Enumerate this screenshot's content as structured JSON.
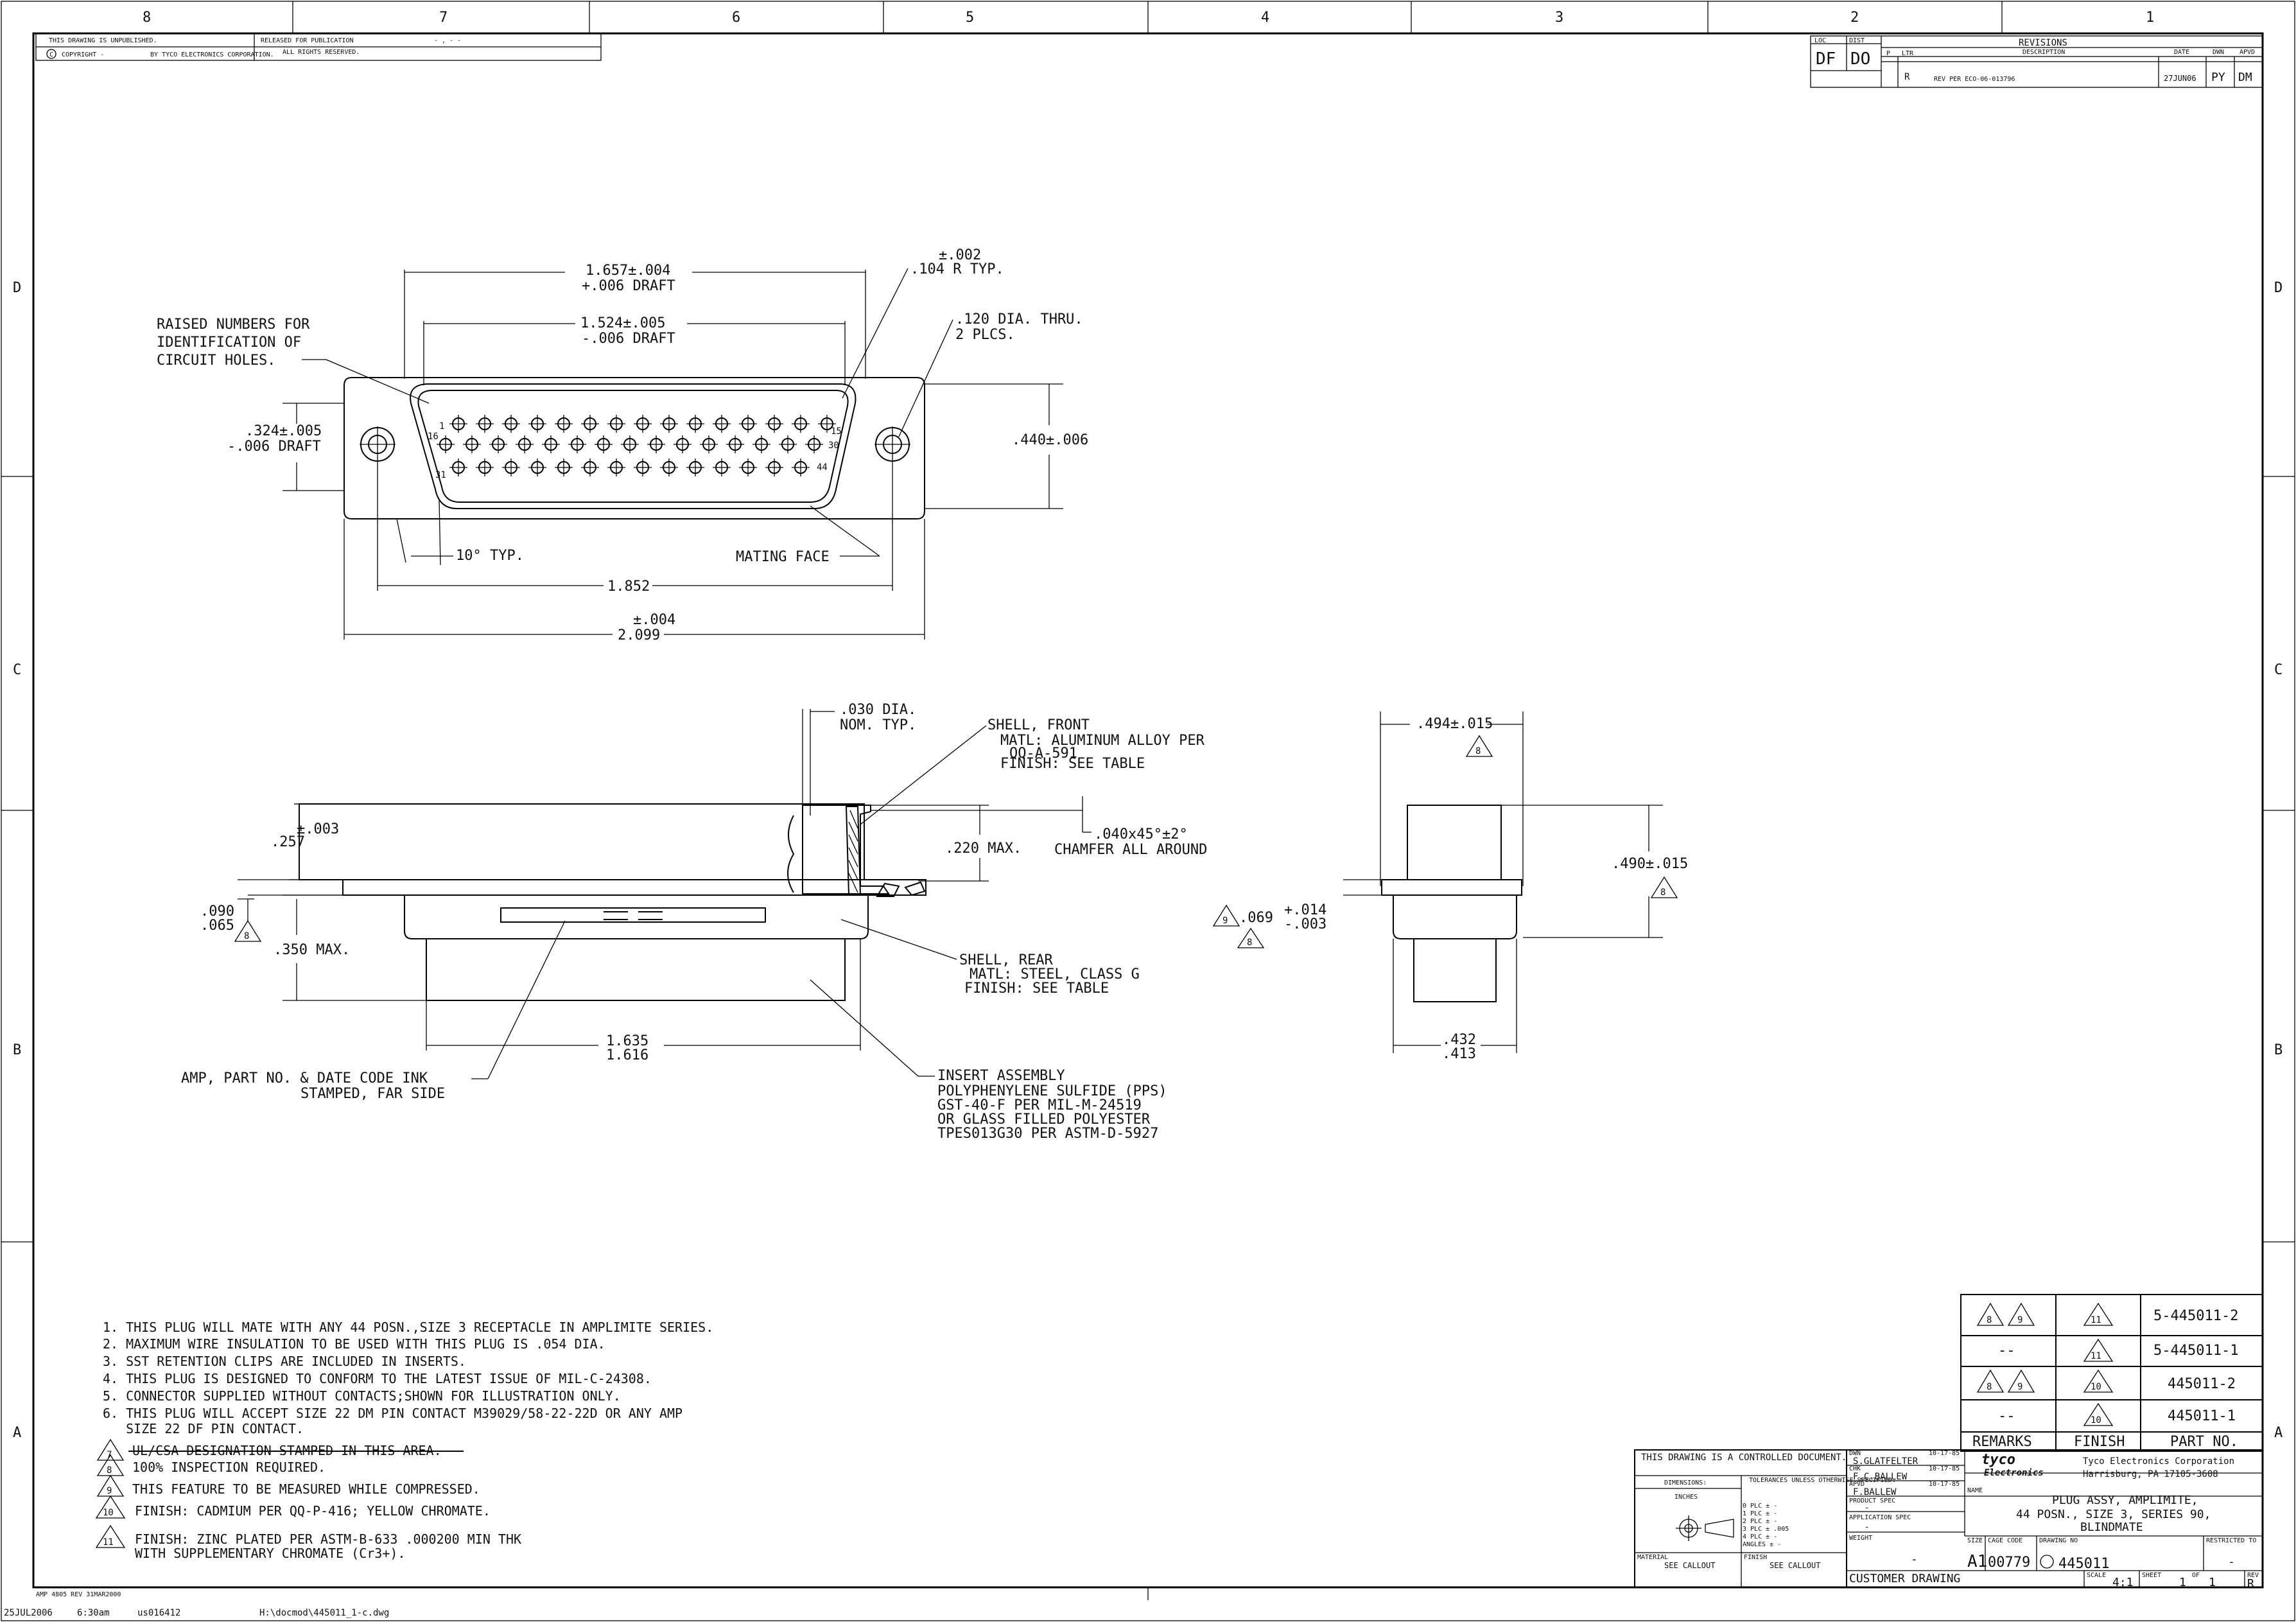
{
  "zone_cols": [
    "8",
    "7",
    "6",
    "5",
    "4",
    "3",
    "2",
    "1"
  ],
  "zone_rows": [
    "D",
    "C",
    "B",
    "A"
  ],
  "header": {
    "unpublished": "THIS DRAWING IS UNPUBLISHED.",
    "released": "RELEASED FOR PUBLICATION",
    "released_val": "- , -   -",
    "copyright": "COPYRIGHT   -",
    "by": "BY TYCO ELECTRONICS CORPORATION.",
    "rights": "ALL RIGHTS RESERVED."
  },
  "revisions": {
    "title": "REVISIONS",
    "loc_label": "LOC",
    "dist_label": "DIST",
    "loc": "DF",
    "dist": "DO",
    "cols": [
      "P",
      "LTR",
      "DESCRIPTION",
      "DATE",
      "DWN",
      "APVD"
    ],
    "row": {
      "ltr": "R",
      "desc": "REV PER ECO-06-013796",
      "date": "27JUN06",
      "dwn": "PY",
      "apvd": "DM"
    }
  },
  "top_view": {
    "dim_1657": "1.657±.004",
    "dim_1657_draft": "+.006 DRAFT",
    "dim_1524": "1.524±.005",
    "dim_1524_draft": "-.006 DRAFT",
    "dim_r_tol": "±.002",
    "dim_r": ".104  R  TYP.",
    "dim_hole": ".120  DIA.  THRU.",
    "dim_hole2": "2  PLCS.",
    "raised_1": "RAISED  NUMBERS  FOR",
    "raised_2": "IDENTIFICATION  OF",
    "raised_3": "CIRCUIT  HOLES.",
    "dim_324": ".324±.005",
    "dim_324_draft": "-.006  DRAFT",
    "dim_440": ".440±.006",
    "angle": "10°  TYP.",
    "mating": "MATING  FACE",
    "dim_1852": "1.852",
    "dim_2099_tol": "±.004",
    "dim_2099": "2.099",
    "pin_labels": [
      "1",
      "15",
      "16",
      "30",
      "31",
      "44"
    ]
  },
  "side_view": {
    "dim_030_1": ".030  DIA.",
    "dim_030_2": "NOM.  TYP.",
    "shell_front_1": "SHELL,  FRONT",
    "shell_front_2": "MATL:  ALUMINUM  ALLOY  PER",
    "shell_front_3": "QQ-A-591",
    "shell_front_4": "FINISH:  SEE  TABLE",
    "dim_257_tol": "±.003",
    "dim_257": ".257",
    "dim_220": ".220  MAX.",
    "chamfer_1": ".040x45°±2°",
    "chamfer_2": "CHAMFER  ALL  AROUND",
    "dim_090": ".090",
    "dim_065": ".065",
    "dim_350": ".350  MAX.",
    "shell_rear_1": "SHELL,  REAR",
    "shell_rear_2": "MATL:  STEEL,  CLASS  G",
    "shell_rear_3": "FINISH:  SEE  TABLE",
    "dim_1635": "1.635",
    "dim_1616": "1.616",
    "amp_1": "AMP,  PART  NO.  &  DATE  CODE  INK",
    "amp_2": "STAMPED,  FAR  SIDE",
    "insert_1": "INSERT  ASSEMBLY",
    "insert_2": "POLYPHENYLENE  SULFIDE  (PPS)",
    "insert_3": "GST-40-F  PER  MIL-M-24519",
    "insert_4": "OR  GLASS  FILLED  POLYESTER",
    "insert_5": "TPES013G30  PER  ASTM-D-5927"
  },
  "end_view": {
    "dim_494": ".494±.015",
    "dim_490": ".490±.015",
    "dim_069": ".069",
    "dim_069_p": "+.014",
    "dim_069_m": "-.003",
    "dim_432": ".432",
    "dim_413": ".413"
  },
  "flags": {
    "f8": "8",
    "f9": "9",
    "f7": "7",
    "f10": "10",
    "f11": "11"
  },
  "notes": [
    "1. THIS PLUG WILL MATE WITH ANY 44 POSN.,SIZE 3 RECEPTACLE IN AMPLIMITE SERIES.",
    "2. MAXIMUM WIRE INSULATION TO BE USED WITH THIS PLUG IS .054 DIA.",
    "3. SST RETENTION CLIPS ARE INCLUDED IN INSERTS.",
    "4. THIS PLUG IS DESIGNED TO CONFORM TO THE LATEST ISSUE OF MIL-C-24308.",
    "5. CONNECTOR SUPPLIED WITHOUT CONTACTS;SHOWN FOR ILLUSTRATION ONLY.",
    "6. THIS PLUG WILL ACCEPT SIZE 22 DM PIN CONTACT M39029/58-22-22D OR ANY AMP",
    "   SIZE 22 DF PIN CONTACT."
  ],
  "note7": "UL/CSA DESIGNATION STAMPED IN THIS AREA.",
  "note8": "100% INSPECTION REQUIRED.",
  "note9": "THIS FEATURE TO BE MEASURED WHILE COMPRESSED.",
  "note10": "FINISH: CADMIUM PER QQ-P-416; YELLOW CHROMATE.",
  "note11a": "FINISH: ZINC PLATED PER ASTM-B-633 .000200 MIN THK",
  "note11b": "WITH SUPPLEMENTARY CHROMATE (Cr3+).",
  "table": {
    "rows": [
      {
        "remarks": "",
        "finish": "",
        "part": "5-445011-2"
      },
      {
        "remarks": "--",
        "finish": "",
        "part": "5-445011-1"
      },
      {
        "remarks": "",
        "finish": "",
        "part": "445011-2"
      },
      {
        "remarks": "--",
        "finish": "",
        "part": "445011-1"
      }
    ],
    "h_remarks": "REMARKS",
    "h_finish": "FINISH",
    "h_part": "PART NO."
  },
  "title_block": {
    "controlled": "THIS DRAWING IS A CONTROLLED DOCUMENT.",
    "dimensions": "DIMENSIONS:",
    "inches": "INCHES",
    "tol_head": "TOLERANCES UNLESS OTHERWISE SPECIFIED:",
    "tol_rows": [
      "0 PLC   ± -",
      "1 PLC   ± -",
      "2 PLC   ± -",
      "3 PLC   ± .005",
      "4 PLC   ± -",
      "ANGLES    ± -"
    ],
    "material": "MATERIAL",
    "see_callout": "SEE CALLOUT",
    "finish": "FINISH",
    "see_callout2": "SEE CALLOUT",
    "dwn": "DWN",
    "dwn_name": "S.GLATFELTER",
    "dwn_date": "10-17-85",
    "chk": "CHK",
    "chk_name": "F.C.BALLEW",
    "chk_date": "10-17-85",
    "apvd": "APVD",
    "apvd_name": "F.BALLEW",
    "apvd_date": "10-17-85",
    "product_spec": "PRODUCT SPEC",
    "product_spec_val": "-",
    "app_spec": "APPLICATION SPEC",
    "app_spec_val": "-",
    "weight": "WEIGHT",
    "weight_val": "-",
    "logo1": "tyco",
    "logo2": "Electronics",
    "company": "Tyco Electronics Corporation",
    "address": "Harrisburg, PA 17105-3608",
    "name_label": "NAME",
    "name1": "PLUG ASSY, AMPLIMITE,",
    "name2": "44 POSN., SIZE 3, SERIES 90,",
    "name3": "BLINDMATE",
    "size_label": "SIZE",
    "size": "A1",
    "cage_label": "CAGE CODE",
    "cage": "00779",
    "dwg_label": "DRAWING NO",
    "dwg": "445011",
    "restricted": "RESTRICTED TO",
    "restricted_val": "-",
    "customer": "CUSTOMER DRAWING",
    "scale_label": "SCALE",
    "scale": "4:1",
    "sheet_label": "SHEET",
    "sheet": "1",
    "of_label": "OF",
    "of": "1",
    "rev_label": "REV",
    "rev": "R"
  },
  "footer": {
    "form": "AMP 4805 REV 31MAR2000",
    "date": "25JUL2006",
    "time": "6:30am",
    "user": "us016412",
    "path": "H:\\docmod\\445011_1-c.dwg"
  }
}
